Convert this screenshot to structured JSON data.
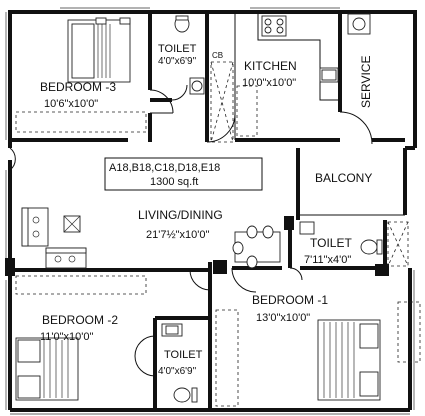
{
  "rooms": {
    "bedroom3": {
      "name": "BEDROOM -3",
      "size": "10'6\"x10'0\""
    },
    "toilet_top": {
      "name": "TOILET",
      "size": "4'0\"x6'9\""
    },
    "kitchen": {
      "name": "KITCHEN",
      "size": "10'0\"x10'0\""
    },
    "service": {
      "name": "SERVICE"
    },
    "balcony": {
      "name": "BALCONY"
    },
    "living": {
      "name": "LIVING/DINING",
      "size": "21'7½\"x10'0\""
    },
    "toilet_right": {
      "name": "TOILET",
      "size": "7'11\"x4'0\""
    },
    "bedroom2": {
      "name": "BEDROOM -2",
      "size": "11'0\"x10'0\""
    },
    "toilet_bottom": {
      "name": "TOILET",
      "size": "4'0\"x6'9\""
    },
    "bedroom1": {
      "name": "BEDROOM -1",
      "size": "13'0\"x10'0\""
    }
  },
  "unit_box": {
    "units": "A18,B18,C18,D18,E18",
    "area": "1300 sq.ft"
  },
  "cb_label": "CB",
  "colors": {
    "line": "#111111",
    "background": "#ffffff"
  }
}
